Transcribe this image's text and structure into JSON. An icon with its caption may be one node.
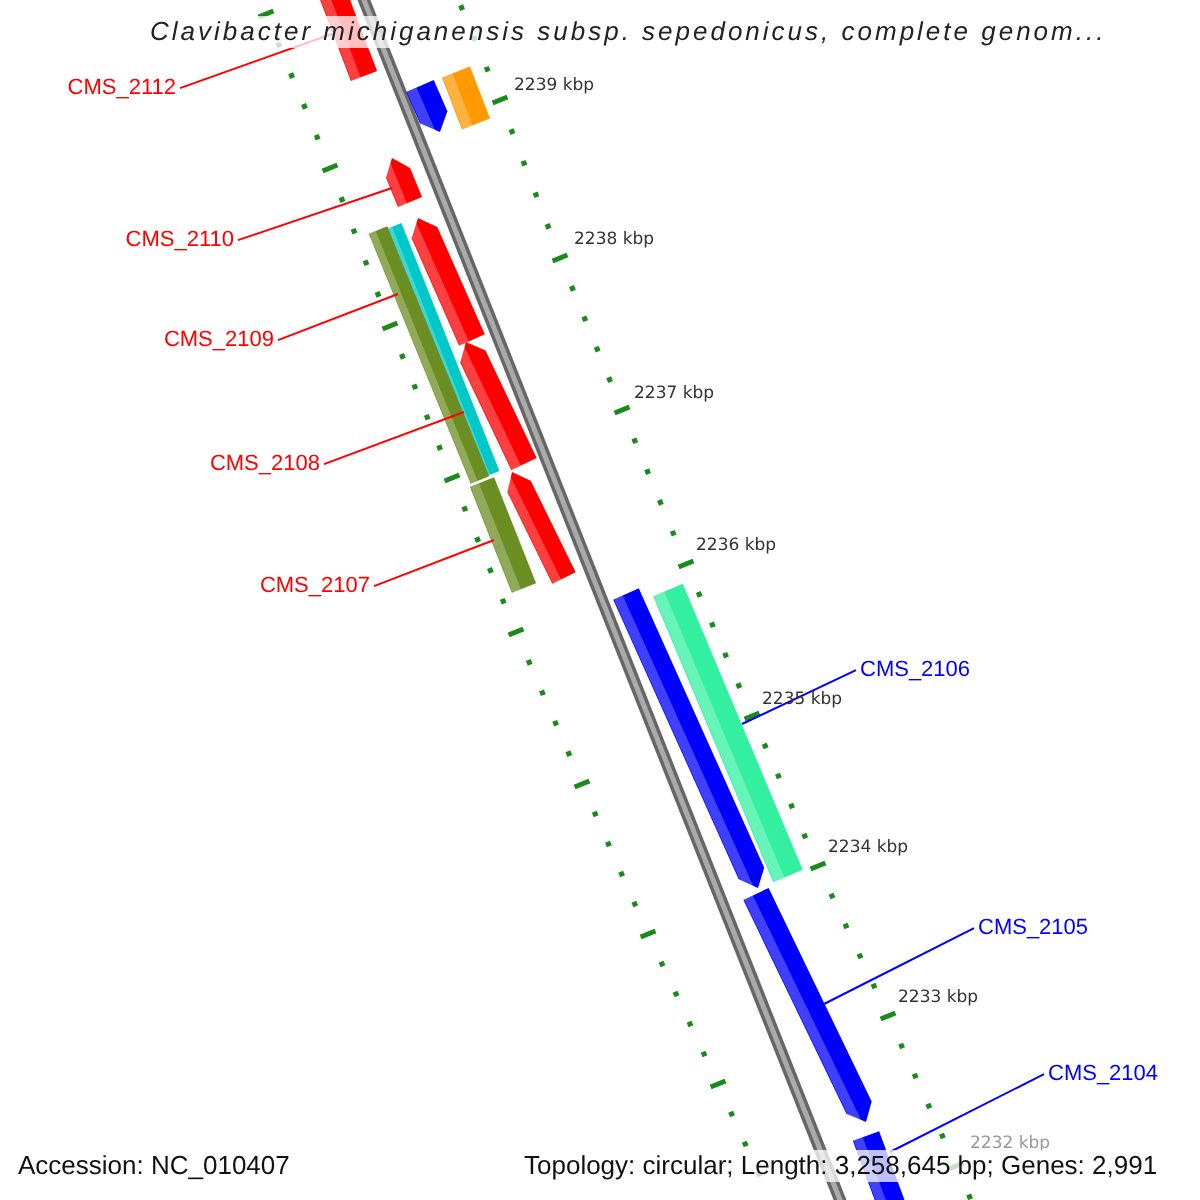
{
  "diagram": {
    "title": "Clavibacter michiganensis subsp. sepedonicus, complete genom...",
    "nodes": [
      {
        "text": [
          "CMS_2112"
        ]
      },
      {
        "text": [
          "CMS_2110"
        ]
      },
      {
        "text": [
          "CMS_2109"
        ]
      },
      {
        "text": [
          "CMS_2108"
        ]
      },
      {
        "text": [
          "CMS_2107"
        ]
      },
      {
        "text": [
          "CMS_2106"
        ]
      },
      {
        "text": [
          "CMS_2105"
        ]
      },
      {
        "text": [
          "CMS_2104"
        ]
      },
      {
        "text": [],
        "shape": "bar"
      },
      {
        "text": [],
        "shape": "bar"
      },
      {
        "text": [],
        "shape": "bar"
      },
      {
        "text": [],
        "shape": "bar"
      },
      {
        "text": [],
        "shape": "bar"
      },
      {
        "text": [],
        "shape": "bar"
      },
      {
        "text": [],
        "shape": "bar"
      },
      {
        "text": [],
        "shape": "bar"
      },
      {
        "text": [],
        "shape": "bar"
      },
      {
        "text": [],
        "shape": "bar"
      },
      {
        "text": [],
        "shape": "bar"
      },
      {
        "text": [],
        "shape": "bar"
      },
      {
        "text": [],
        "shape": "bar"
      },
      {
        "text": [],
        "shape": "bar"
      }
    ],
    "edges": [
      {
        "from": 0,
        "to": 8,
        "arrow": "none"
      },
      {
        "from": 1,
        "to": 11,
        "arrow": "none"
      },
      {
        "from": 2,
        "to": 14,
        "arrow": "none"
      },
      {
        "from": 3,
        "to": 13,
        "arrow": "none"
      },
      {
        "from": 4,
        "to": 17,
        "arrow": "none"
      },
      {
        "from": 5,
        "to": 18,
        "arrow": "none",
        "color": "#0000ff"
      },
      {
        "from": 6,
        "to": 20,
        "arrow": "none",
        "color": "#0000ff"
      },
      {
        "from": 7,
        "to": 21,
        "arrow": "none",
        "color": "#0000ff"
      }
    ],
    "labels": [
      "2239 kbp",
      "2238 kbp",
      "2237 kbp",
      "2236 kbp",
      "2235 kbp",
      "2234 kbp",
      "2233 kbp",
      "2232 kbp",
      "Accession: NC_010407",
      "Topology: circular; Length: 3,258,645 bp; Genes: 2,991"
    ]
  }
}
